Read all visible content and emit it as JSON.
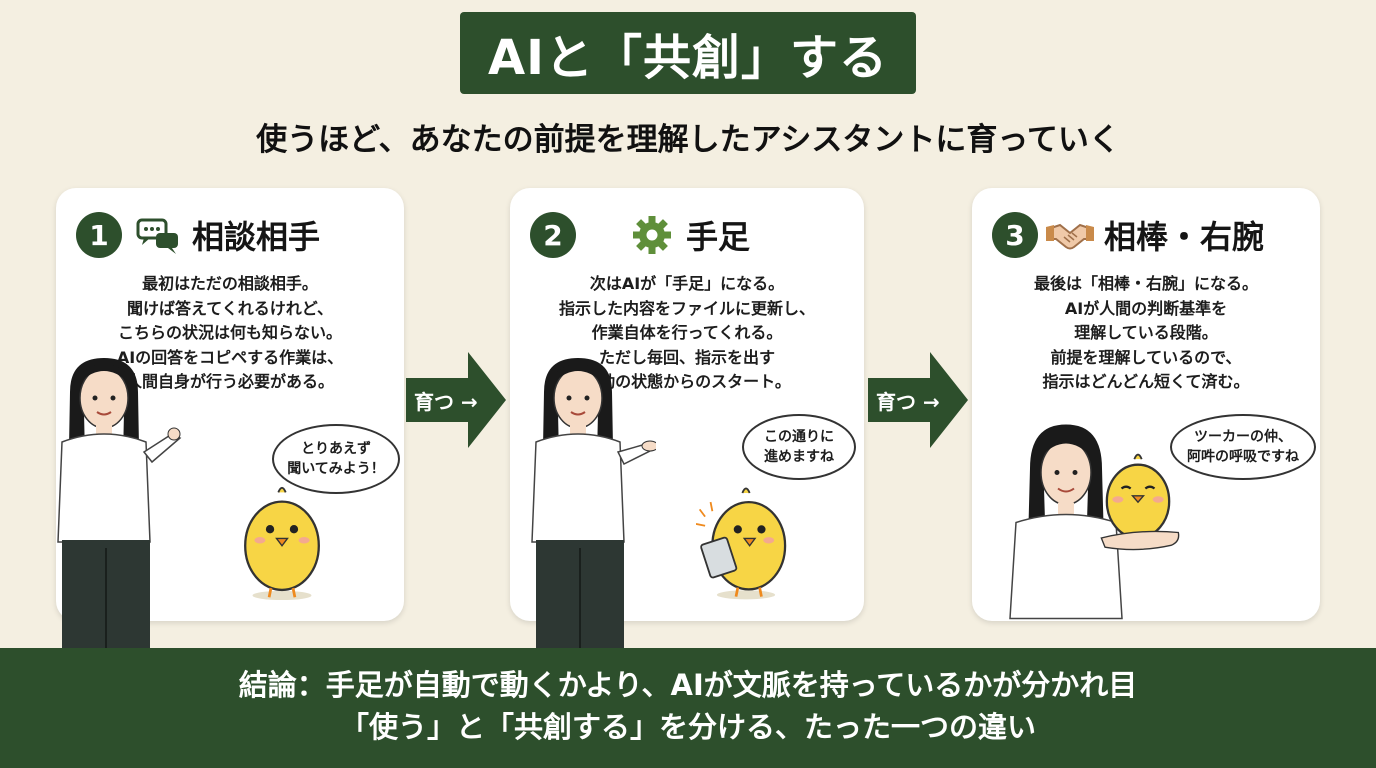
{
  "title": "AIと「共創」する",
  "subtitle": "使うほど、あなたの前提を理解したアシスタントに育っていく",
  "cards": [
    {
      "number": "1",
      "icon": "speech-bubbles-icon",
      "title": "相談相手",
      "lines": [
        "最初はただの相談相手。",
        "聞けば答えてくれるけれど、",
        "こちらの状況は何も知らない。",
        "AIの回答をコピペする作業は、",
        "人間自身が行う必要がある。"
      ],
      "bubble": [
        "とりあえず",
        "聞いてみよう！"
      ]
    },
    {
      "number": "2",
      "icon": "gear-icon",
      "title": "手足",
      "lines": [
        "次はAIが「手足」になる。",
        "指示した内容をファイルに更新し、",
        "作業自体を行ってくれる。",
        "ただし毎回、指示を出す",
        "手動の状態からのスタート。"
      ],
      "bubble": [
        "この通りに",
        "進めますね"
      ]
    },
    {
      "number": "3",
      "icon": "handshake-icon",
      "title": "相棒・右腕",
      "lines": [
        "最後は「相棒・右腕」になる。",
        "AIが人間の判断基準を",
        "理解している段階。",
        "前提を理解しているので、",
        "指示はどんどん短くて済む。"
      ],
      "bubble": [
        "ツーカーの仲、",
        "阿吽の呼吸ですね"
      ]
    }
  ],
  "arrows": [
    "育つ →",
    "育つ →"
  ],
  "footer": [
    "結論：手足が自動で動くかより、AIが文脈を持っているかが分かれ目",
    "「使う」と「共創する」を分ける、たった一つの違い"
  ],
  "colors": {
    "primary_green": "#2d4f2c",
    "background": "#f4efe1",
    "card": "#ffffff",
    "chick": "#f7d545"
  }
}
